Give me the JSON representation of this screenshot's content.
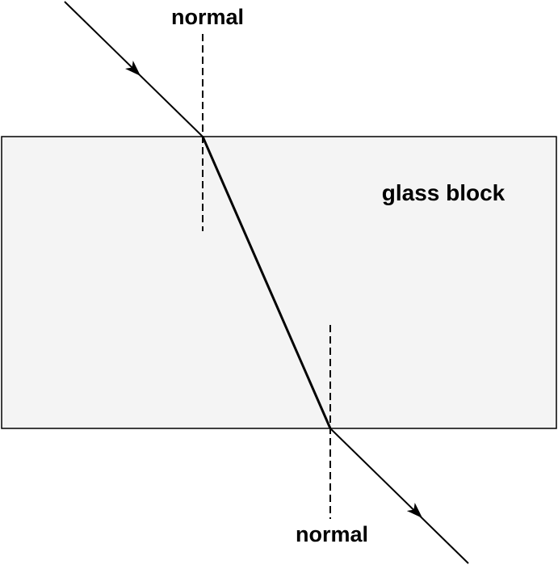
{
  "diagram": {
    "block_label": "glass block",
    "normal_top_label": "normal",
    "normal_bottom_label": "normal",
    "colors": {
      "block_fill": "#f4f4f4",
      "stroke": "#000000",
      "background": "#ffffff"
    }
  }
}
